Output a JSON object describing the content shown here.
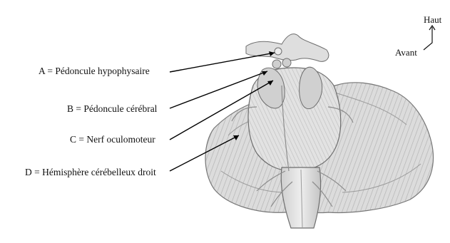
{
  "labels": {
    "a": "A = Pédoncule hypophysaire",
    "b": "B = Pédoncule cérébral",
    "c": "C = Nerf oculomoteur",
    "d": "D = Hémisphère cérébelleux droit"
  },
  "orientation": {
    "up": "Haut",
    "front": "Avant"
  },
  "colors": {
    "tissue_light": "#e6e6e6",
    "tissue_mid": "#c8c8c8",
    "tissue_dark": "#8a8a8a",
    "outline": "#555555",
    "leader_line": "#000000"
  }
}
